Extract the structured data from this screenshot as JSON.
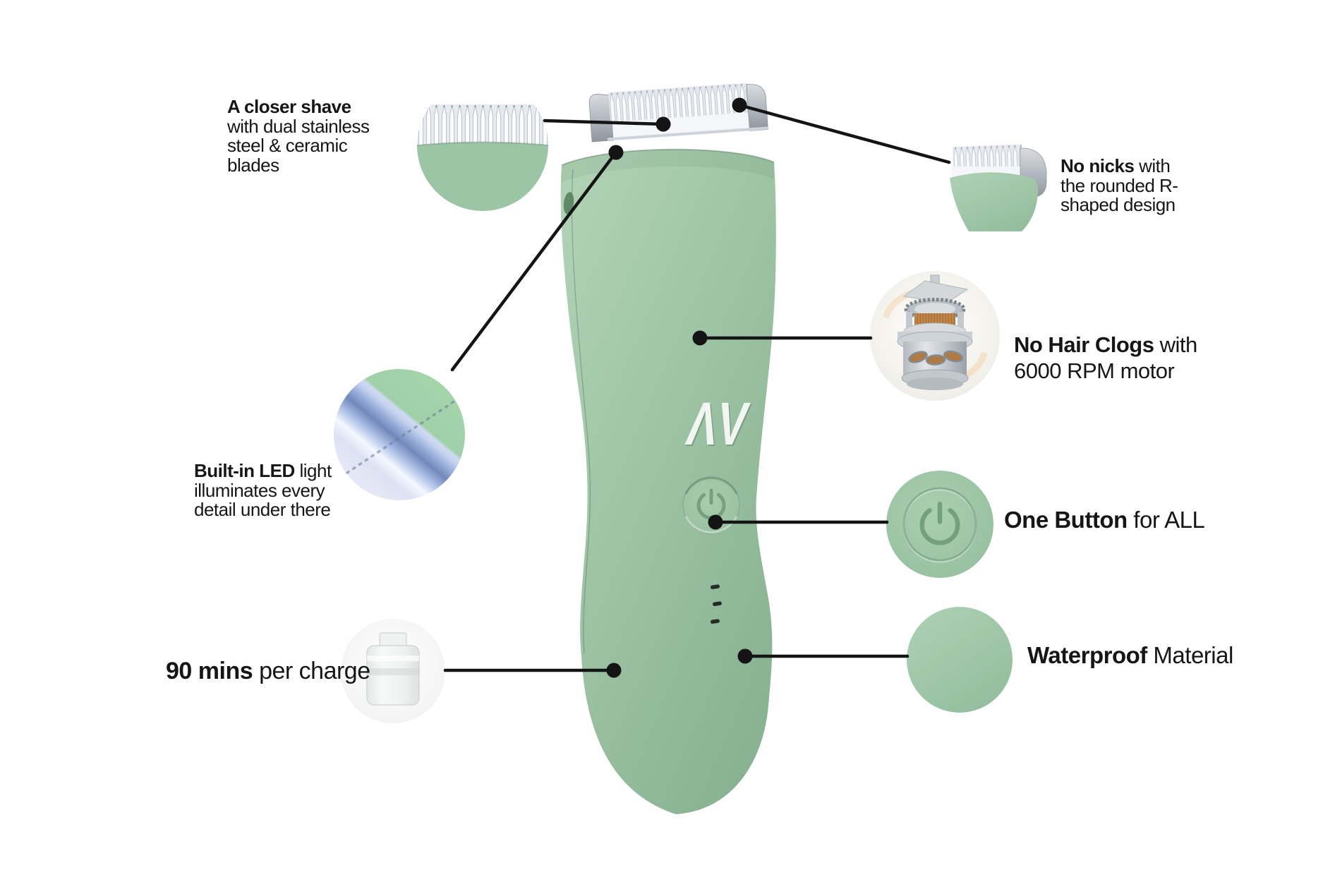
{
  "product": {
    "name": "body trimmer",
    "logo_text": "ΛV",
    "led_indicator_dots": 3
  },
  "colors": {
    "body_green": "#9cc3a4",
    "body_green_dark": "#88b291",
    "inset_green": "#9dc6a6",
    "line_black": "#141414",
    "blade_white": "#f4f6f9",
    "metal_gray": "#aab1b8",
    "copper": "#c08549",
    "led_light_blue": "#7f9cd0",
    "battery_white": "#eef1ef"
  },
  "callouts": {
    "closer_shave": {
      "bold": "A closer shave",
      "lines": [
        "with dual stainless",
        "steel & ceramic",
        "blades"
      ]
    },
    "no_nicks": {
      "bold": "No nicks",
      "bold_suffix": " with",
      "lines": [
        "the rounded R-",
        "shaped design"
      ]
    },
    "no_hair_clogs": {
      "bold": "No Hair Clogs",
      "bold_suffix": " with",
      "lines": [
        "6000 RPM motor"
      ]
    },
    "built_in_led": {
      "bold": "Built-in LED",
      "bold_suffix": " light",
      "lines": [
        "illuminates every",
        "detail under there"
      ]
    },
    "one_button": {
      "bold": "One Button",
      "bold_suffix": " for ALL"
    },
    "battery": {
      "bold": "90 mins",
      "bold_suffix": " per charge"
    },
    "waterproof": {
      "bold": "Waterproof",
      "bold_suffix": " Material"
    }
  }
}
